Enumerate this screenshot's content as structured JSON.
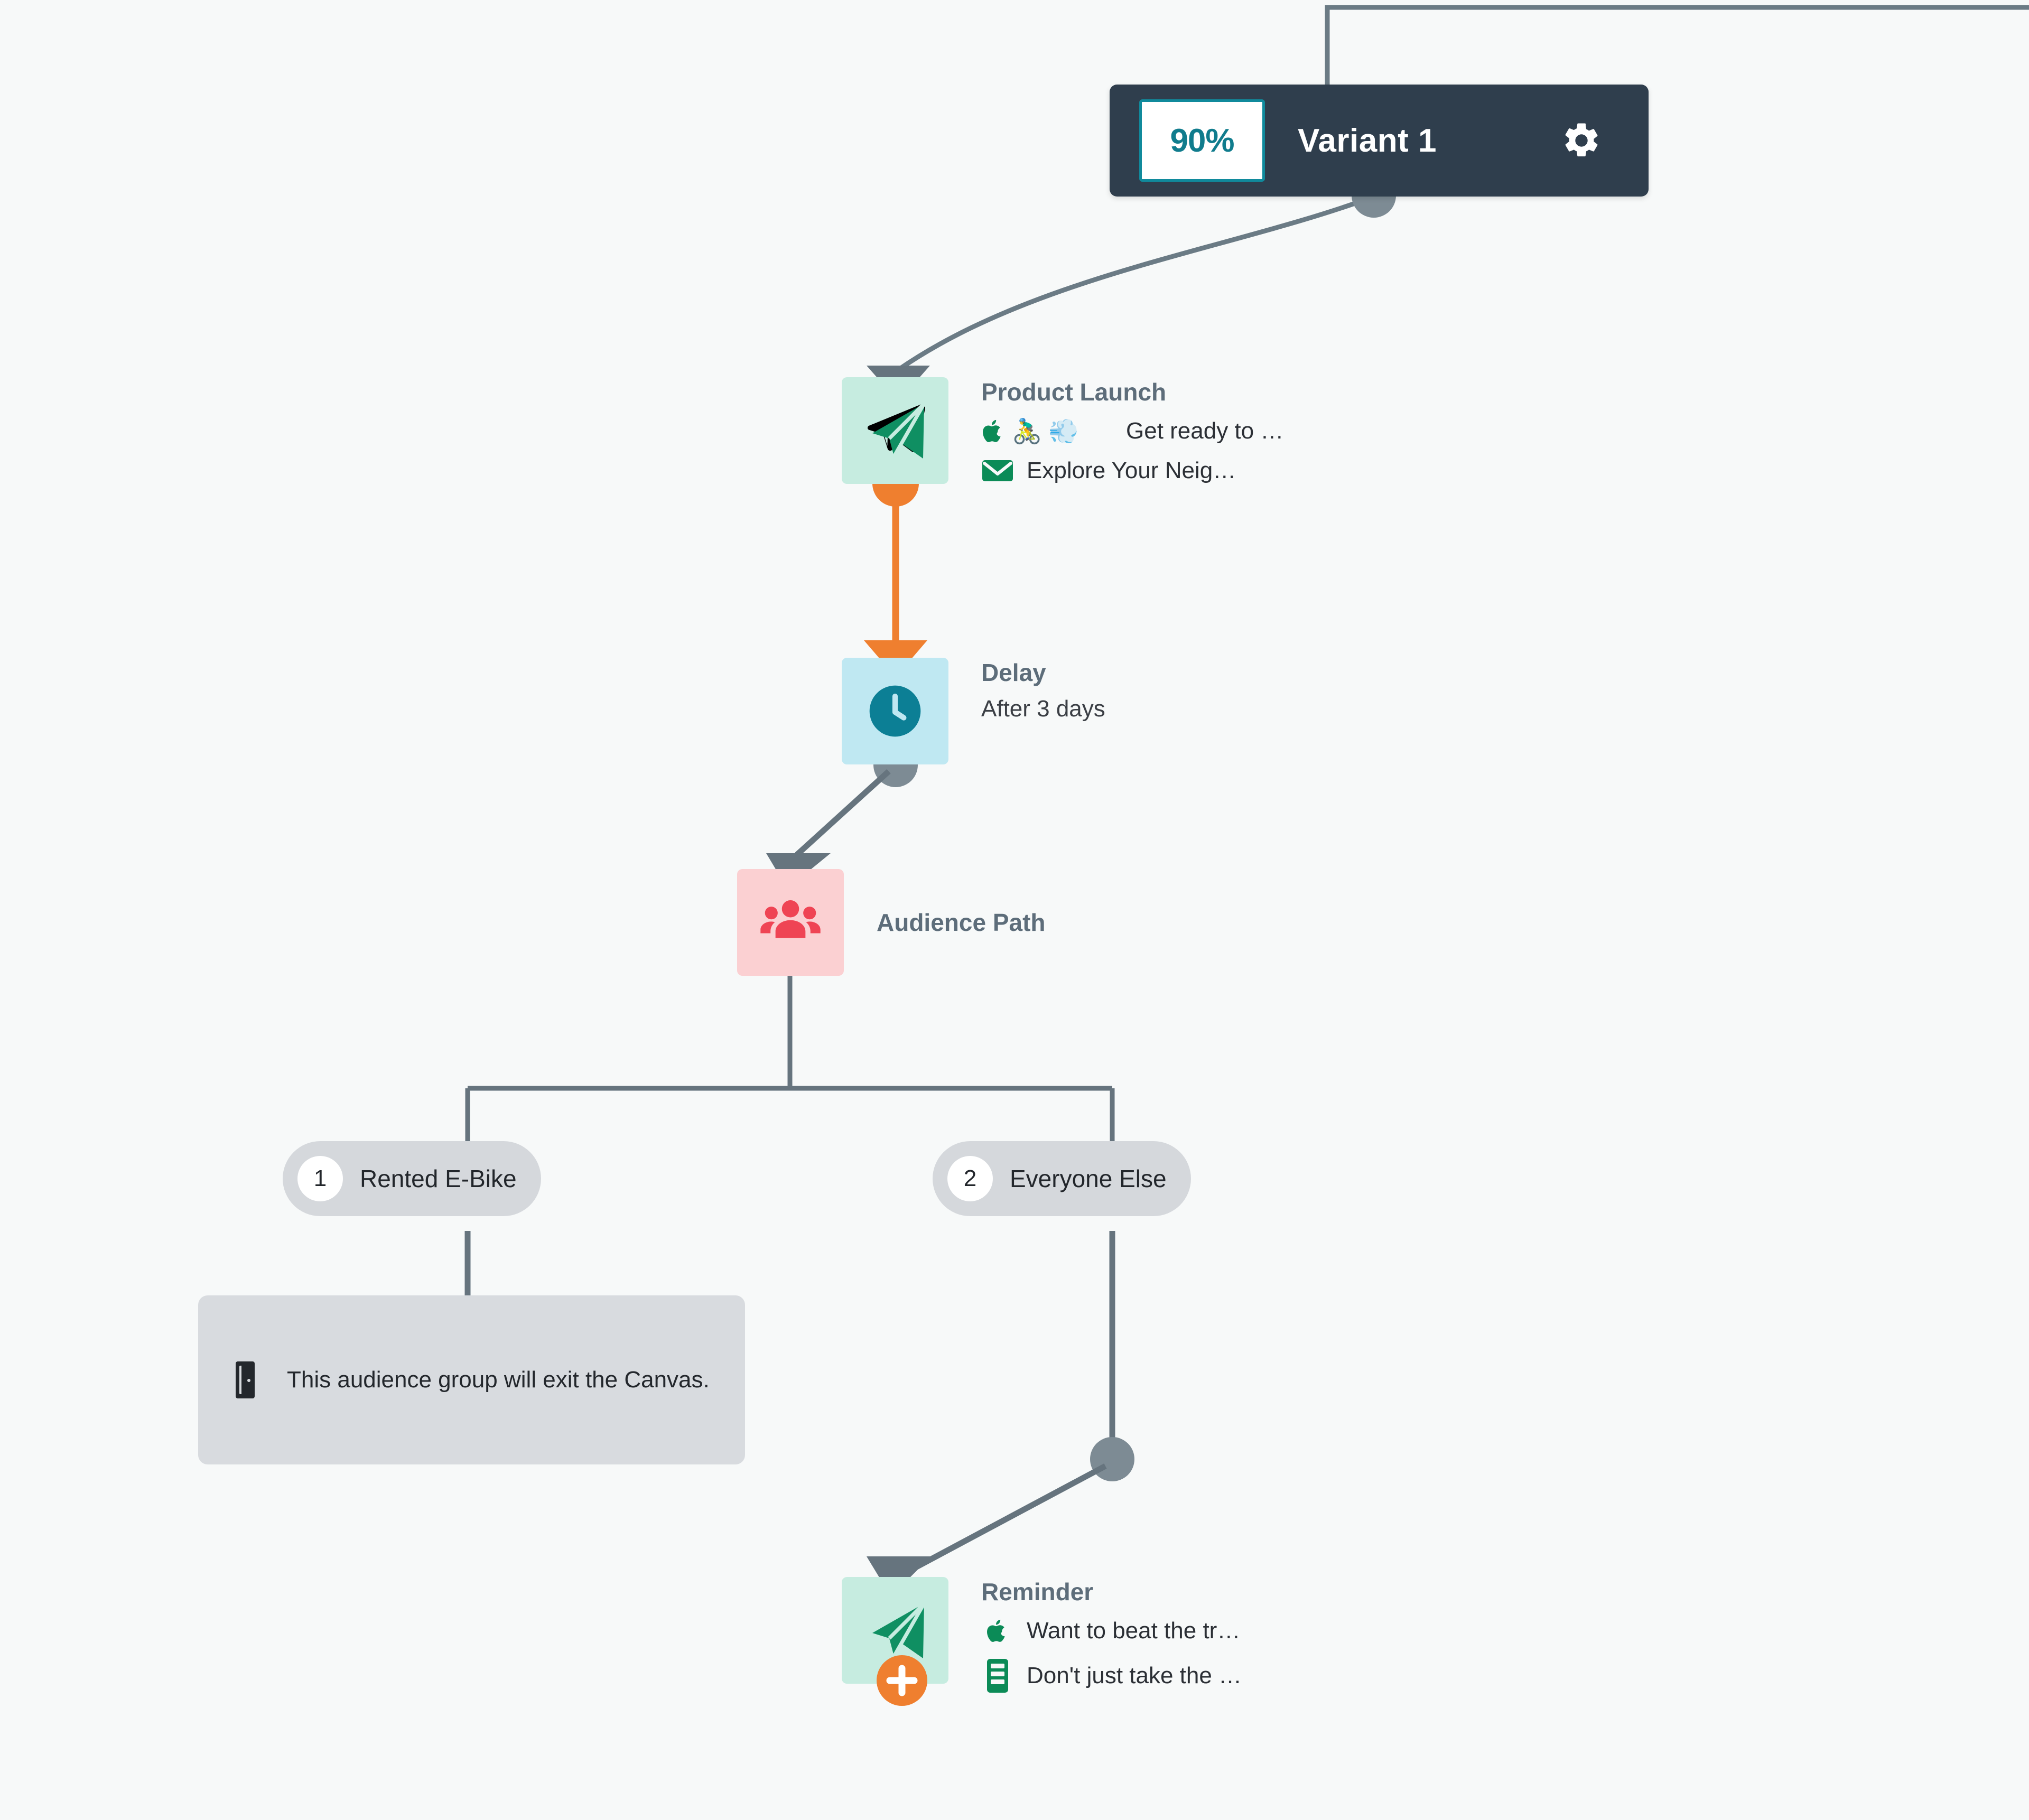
{
  "variant": {
    "percent": "90%",
    "name": "Variant 1",
    "settings_icon": "gear-icon"
  },
  "nodes": [
    {
      "id": "product-launch",
      "title": "Product Launch",
      "tile_icon": "paper-plane-icon",
      "tile_color": "#c6ece0",
      "badge": "orange-dot",
      "messages": [
        {
          "icon": "apple-push-icon",
          "emojis": "🚴‍♂️💨",
          "text": "Get ready to …"
        },
        {
          "icon": "email-icon",
          "text": "Explore Your Neig…"
        }
      ]
    },
    {
      "id": "delay",
      "title": "Delay",
      "tile_icon": "clock-icon",
      "tile_color": "#bfe8f2",
      "subtitle": "After 3 days"
    },
    {
      "id": "audience-path",
      "title": "Audience Path",
      "tile_icon": "users-icon",
      "tile_color": "#fbd0d2"
    },
    {
      "id": "reminder",
      "title": "Reminder",
      "tile_icon": "paper-plane-icon",
      "tile_color": "#c6ece0",
      "badge": "orange-plus",
      "messages": [
        {
          "icon": "apple-push-icon",
          "text": "Want to beat the tr…"
        },
        {
          "icon": "in-app-message-icon",
          "text": "Don't just take the …"
        }
      ]
    }
  ],
  "branches": [
    {
      "number": "1",
      "label": "Rented E-Bike"
    },
    {
      "number": "2",
      "label": "Everyone Else"
    }
  ],
  "exit_callout": {
    "icon": "exit-door-icon",
    "text": "This audience group will exit the Canvas."
  },
  "colors": {
    "canvas_background": "#f7f9f9",
    "variant_bar": "#2f3e4d",
    "accent_teal": "#107c8d",
    "connector_grey": "#6b7b85",
    "connector_orange": "#ef7f2f",
    "tile_green": "#c6ece0",
    "tile_blue": "#bfe8f2",
    "tile_pink": "#fbd0d2",
    "pill_grey": "#d5d8dc",
    "exit_box_grey": "#d8dbdf",
    "title_grey": "#5d6d7a"
  }
}
